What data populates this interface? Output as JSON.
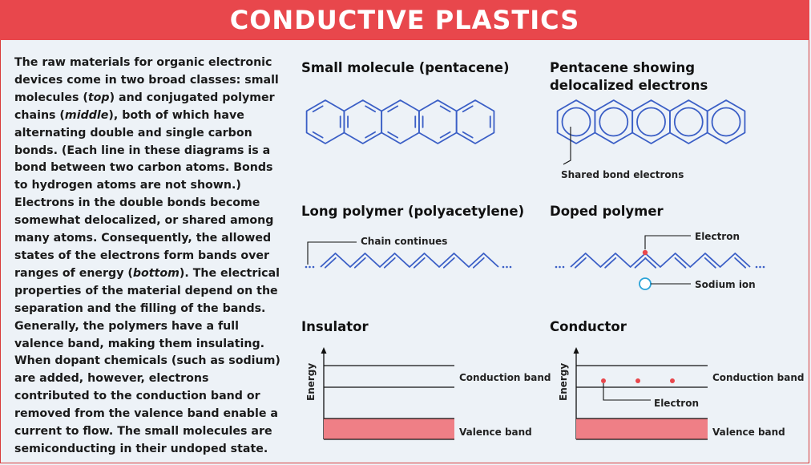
{
  "banner": {
    "title": "CONDUCTIVE PLASTICS"
  },
  "intro": {
    "t1": "The raw materials for organic electronic devices come in two broad classes: small molecules (",
    "top": "top",
    "t2": ") and conjugated polymer chains (",
    "middle": "middle",
    "t3": "), both of which have alternating double and single carbon bonds. (Each line in these diagrams is a bond between two carbon atoms. Bonds to hydrogen atoms are not shown.) Electrons in the double bonds become somewhat delocalized, or shared among many atoms. Consequently, the allowed states of the electrons form bands over ranges of energy (",
    "bottom": "bottom",
    "t4": "). The electrical properties of the material depend on the separation and the filling of the bands. Generally, the polymers have a full valence band, making them insulating. When dopant chemicals (such as sodium) are added, however, electrons contributed to the conduction band or removed from the valence band enable a current to flow. The small molecules are semiconducting in their undoped state."
  },
  "panels": {
    "small_molecule": {
      "title": "Small molecule (pentacene)"
    },
    "delocalized": {
      "title_line1": "Pentacene showing",
      "title_line2": "delocalized electrons",
      "label": "Shared bond electrons"
    },
    "long_polymer": {
      "title": "Long polymer (polyacetylene)",
      "label": "Chain continues"
    },
    "doped_polymer": {
      "title": "Doped polymer",
      "electron_label": "Electron",
      "ion_label": "Sodium ion"
    },
    "insulator": {
      "title": "Insulator",
      "axis_label": "Energy",
      "conduction_label": "Conduction band",
      "valence_label": "Valence band"
    },
    "conductor": {
      "title": "Conductor",
      "axis_label": "Energy",
      "conduction_label": "Conduction band",
      "valence_label": "Valence band",
      "electron_label": "Electron"
    }
  },
  "colors": {
    "accent": "#e8474c",
    "bond": "#3b5fc6",
    "band_fill": "#ef7f86"
  }
}
